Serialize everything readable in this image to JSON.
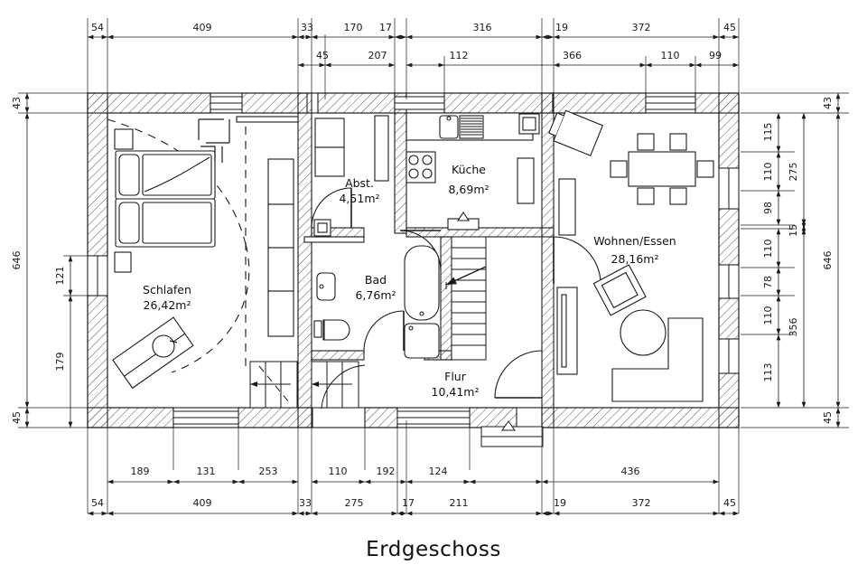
{
  "drawing": {
    "title": "Erdgeschoss",
    "type": "floor-plan",
    "units": "cm",
    "line_color": "#1a1a1a",
    "hatch_color": "#555555",
    "background": "#ffffff"
  },
  "rooms": [
    {
      "id": "schlafen",
      "name": "Schlafen",
      "area": "26,42m²"
    },
    {
      "id": "abst",
      "name": "Abst.",
      "area": "4,51m²"
    },
    {
      "id": "kueche",
      "name": "Küche",
      "area": "8,69m²"
    },
    {
      "id": "bad",
      "name": "Bad",
      "area": "6,76m²"
    },
    {
      "id": "flur",
      "name": "Flur",
      "area": "10,41m²"
    },
    {
      "id": "wohnessen",
      "name": "Wohnen/Essen",
      "area": "28,16m²"
    }
  ],
  "dimensions": {
    "top_outer": [
      "54",
      "409",
      "33",
      "170",
      "17",
      "316",
      "19",
      "372",
      "45"
    ],
    "top_inner": [
      "45",
      "207",
      "112",
      "366",
      "110",
      "99"
    ],
    "bottom_inner": [
      "189",
      "131",
      "253",
      "110",
      "192",
      "124",
      "436"
    ],
    "bottom_outer": [
      "54",
      "409",
      "33",
      "275",
      "17",
      "211",
      "19",
      "372",
      "45"
    ],
    "left_outer": [
      "43",
      "646",
      "45"
    ],
    "left_inner": [
      "121",
      "179"
    ],
    "right_chain": [
      "43",
      "115",
      "110",
      "98",
      "110",
      "78",
      "110",
      "113",
      "45"
    ],
    "right_outer": [
      "43",
      "275",
      "15",
      "356",
      "45",
      "646"
    ]
  }
}
